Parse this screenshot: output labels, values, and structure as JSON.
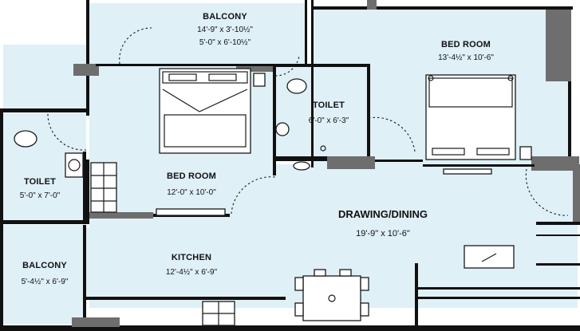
{
  "plan": {
    "rooms": [
      {
        "id": "balcony_top",
        "name": "BALCONY",
        "dims": [
          "14'-9\" x 3'-10½\"",
          "5'-0\" x 6'-10½\""
        ]
      },
      {
        "id": "bedroom_right",
        "name": "BED ROOM",
        "dims": [
          "13'-4½\" x 10'-6\""
        ]
      },
      {
        "id": "toilet_center",
        "name": "TOILET",
        "dims": [
          "6'-0\" x 6'-3\""
        ]
      },
      {
        "id": "toilet_left",
        "name": "TOILET",
        "dims": [
          "5'-0\" x 7'-0\""
        ]
      },
      {
        "id": "bedroom_center",
        "name": "BED ROOM",
        "dims": [
          "12'-0\" x 10'-0\""
        ]
      },
      {
        "id": "drawing_dining",
        "name": "DRAWING/DINING",
        "dims": [
          "19'-9\" x 10'-6\""
        ]
      },
      {
        "id": "balcony_left",
        "name": "BALCONY",
        "dims": [
          "5'-4½\" x 6'-9\""
        ]
      },
      {
        "id": "kitchen",
        "name": "KITCHEN",
        "dims": [
          "12'-4½\" x 6'-9\""
        ]
      }
    ],
    "colors": {
      "room_fill": "#dff0f7",
      "wall": "#111111",
      "wall_gray": "#6e6e6e",
      "background": "#ffffff"
    }
  }
}
